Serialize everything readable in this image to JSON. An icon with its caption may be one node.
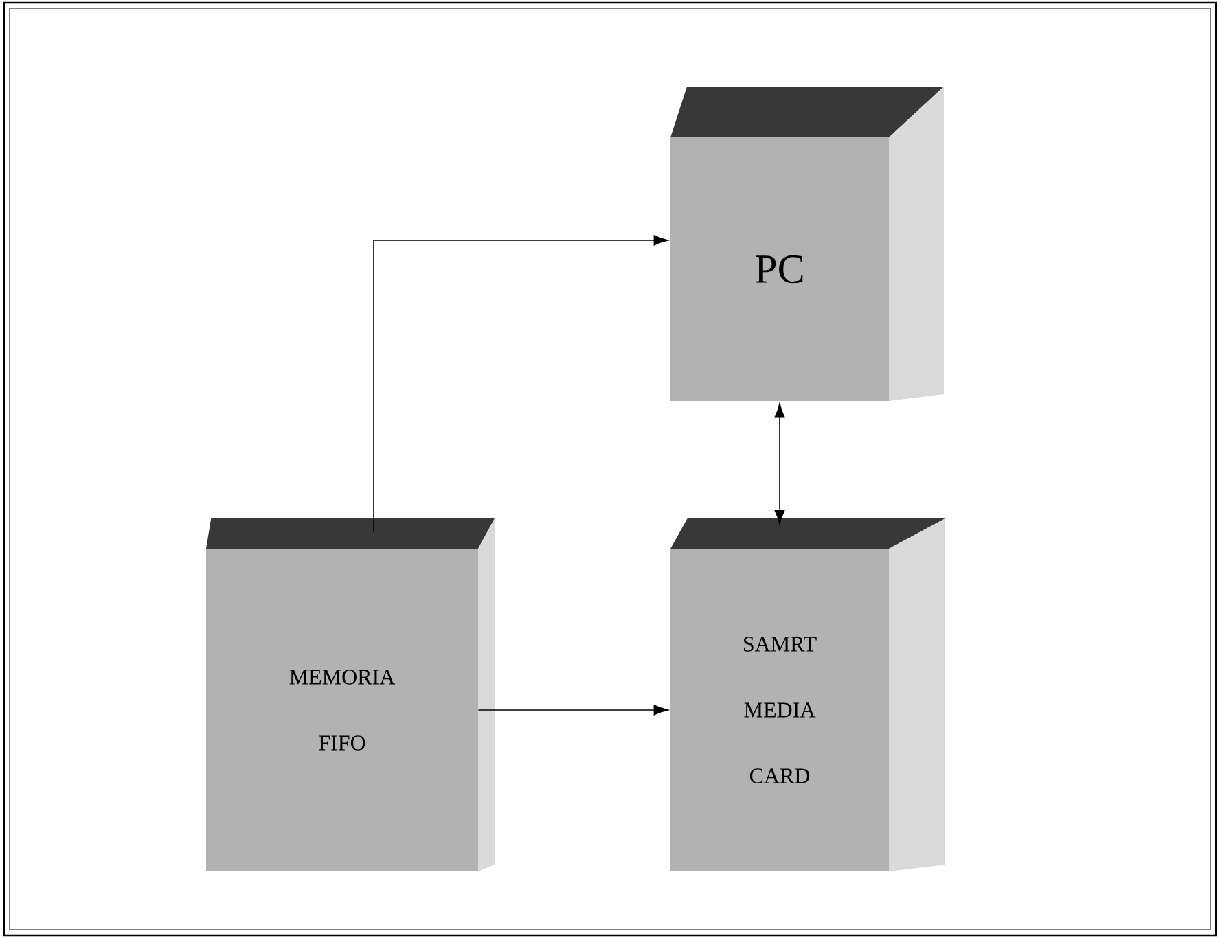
{
  "diagram": {
    "nodes": [
      {
        "text": [
          "PC"
        ]
      },
      {
        "text": [
          "MEMORIA FIFO"
        ]
      },
      {
        "text": [
          "SAMRT MEDIA CARD"
        ]
      }
    ],
    "edges": [
      {
        "from": 1,
        "to": 0,
        "arrow": "to"
      },
      {
        "from": 1,
        "to": 2,
        "arrow": "to"
      },
      {
        "from": 0,
        "to": 2,
        "arrow": "both"
      }
    ]
  }
}
